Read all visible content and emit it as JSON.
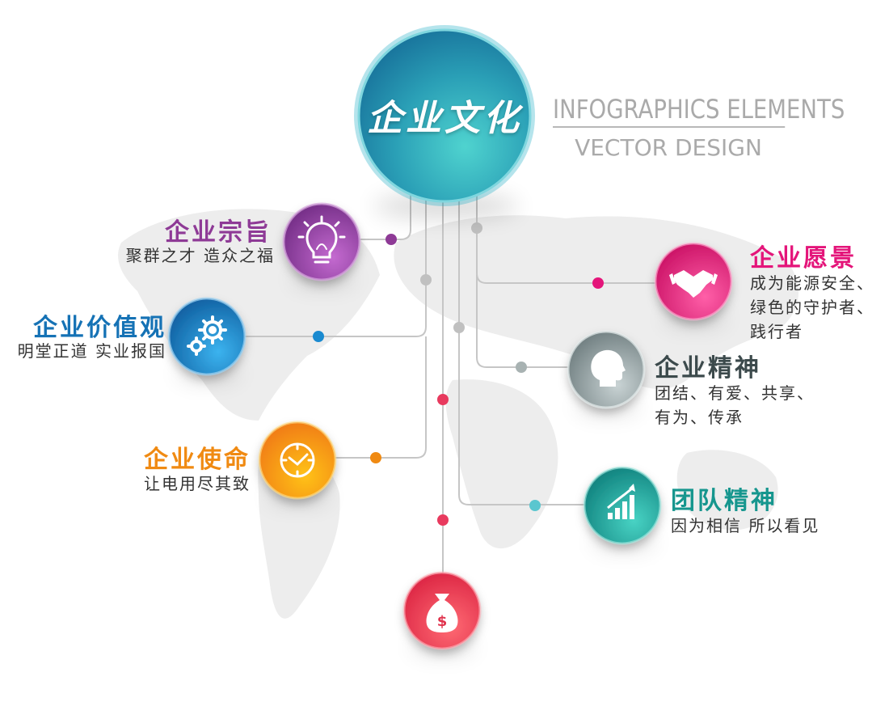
{
  "center": {
    "title": "企业文化"
  },
  "tagline": {
    "line1": "INFOGRAPHICS ELEMENTS",
    "line2": "VECTOR DESIGN"
  },
  "items": [
    {
      "key": "zongzhi",
      "title": "企业宗旨",
      "desc": [
        "聚群之才  造众之福"
      ],
      "color": "#8e3a96",
      "icon": "lightbulb-icon"
    },
    {
      "key": "jiazhiguan",
      "title": "企业价值观",
      "desc": [
        "明堂正道  实业报国"
      ],
      "color": "#1572b5",
      "icon": "gears-icon"
    },
    {
      "key": "shiming",
      "title": "企业使命",
      "desc": [
        "让电用尽其致"
      ],
      "color": "#f08a12",
      "icon": "clock-icon"
    },
    {
      "key": "yuanjing",
      "title": "企业愿景",
      "desc": [
        "成为能源安全、",
        "绿色的守护者、",
        "践行者"
      ],
      "color": "#e4157a",
      "icon": "handshake-icon"
    },
    {
      "key": "jingshen",
      "title": "企业精神",
      "desc": [
        "团结、有爱、共享、",
        "有为、传承"
      ],
      "color": "#3c4a4c",
      "icon": "head-icon"
    },
    {
      "key": "tuandui",
      "title": "团队精神",
      "desc": [
        "因为相信  所以看见"
      ],
      "color": "#16968e",
      "icon": "growth-chart-icon"
    },
    {
      "key": "bottom",
      "title": "",
      "desc": [],
      "color": "#e83a50",
      "icon": "money-bag-icon"
    }
  ]
}
